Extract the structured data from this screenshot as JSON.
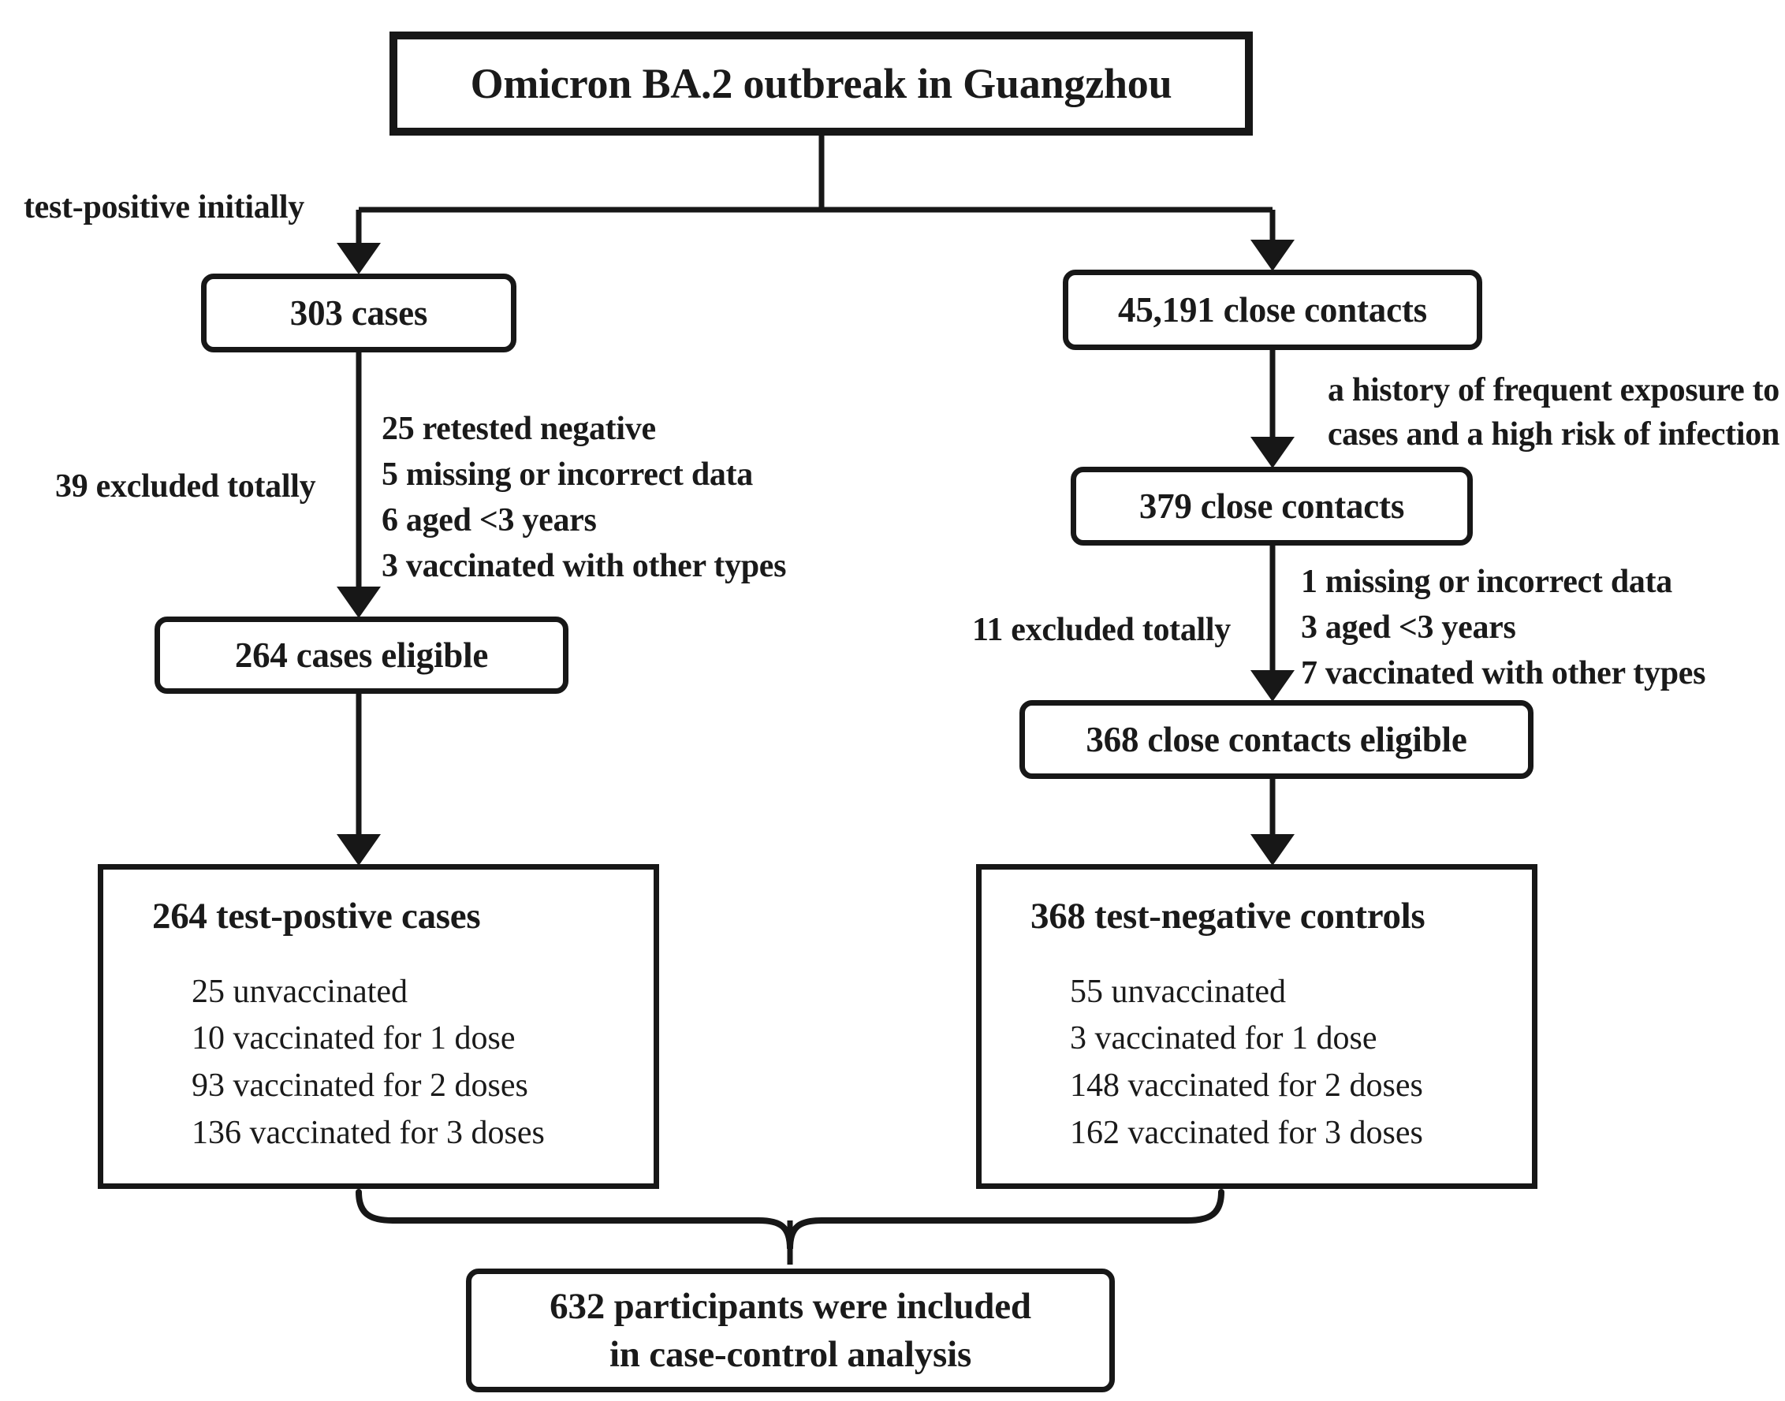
{
  "title_box": {
    "label": "Omicron BA.2 outbreak in Guangzhou"
  },
  "branch_labels": {
    "left_branch": "test-positive initially",
    "right_branch_line1": "a history of frequent exposure to",
    "right_branch_line2": "cases and a high risk of infection"
  },
  "left_column": {
    "initial_box": "303 cases",
    "excluded_summary": "39 excluded totally",
    "exclusion_reasons": [
      "25 retested negative",
      "5 missing or incorrect data",
      "6 aged <3 years",
      "3 vaccinated with other types"
    ],
    "eligible_box": "264 cases eligible",
    "final_panel": {
      "heading": "264 test-postive cases",
      "breakdown": [
        "25 unvaccinated",
        "10 vaccinated for 1 dose",
        "93 vaccinated for 2 doses",
        "136 vaccinated for 3 doses"
      ]
    }
  },
  "right_column": {
    "initial_box": "45,191 close contacts",
    "filtered_box": "379 close contacts",
    "excluded_summary": "11 excluded totally",
    "exclusion_reasons": [
      "1 missing or incorrect data",
      "3 aged <3 years",
      "7 vaccinated with other types"
    ],
    "eligible_box": "368 close contacts eligible",
    "final_panel": {
      "heading": "368 test-negative controls",
      "breakdown": [
        "55 unvaccinated",
        "3 vaccinated for 1 dose",
        "148 vaccinated for 2 doses",
        "162 vaccinated for 3 doses"
      ]
    }
  },
  "final_box": {
    "line1": "632 participants were included",
    "line2": "in case-control analysis"
  },
  "colors": {
    "stroke": "#171717",
    "text": "#1a1a1a",
    "background": "#ffffff"
  }
}
